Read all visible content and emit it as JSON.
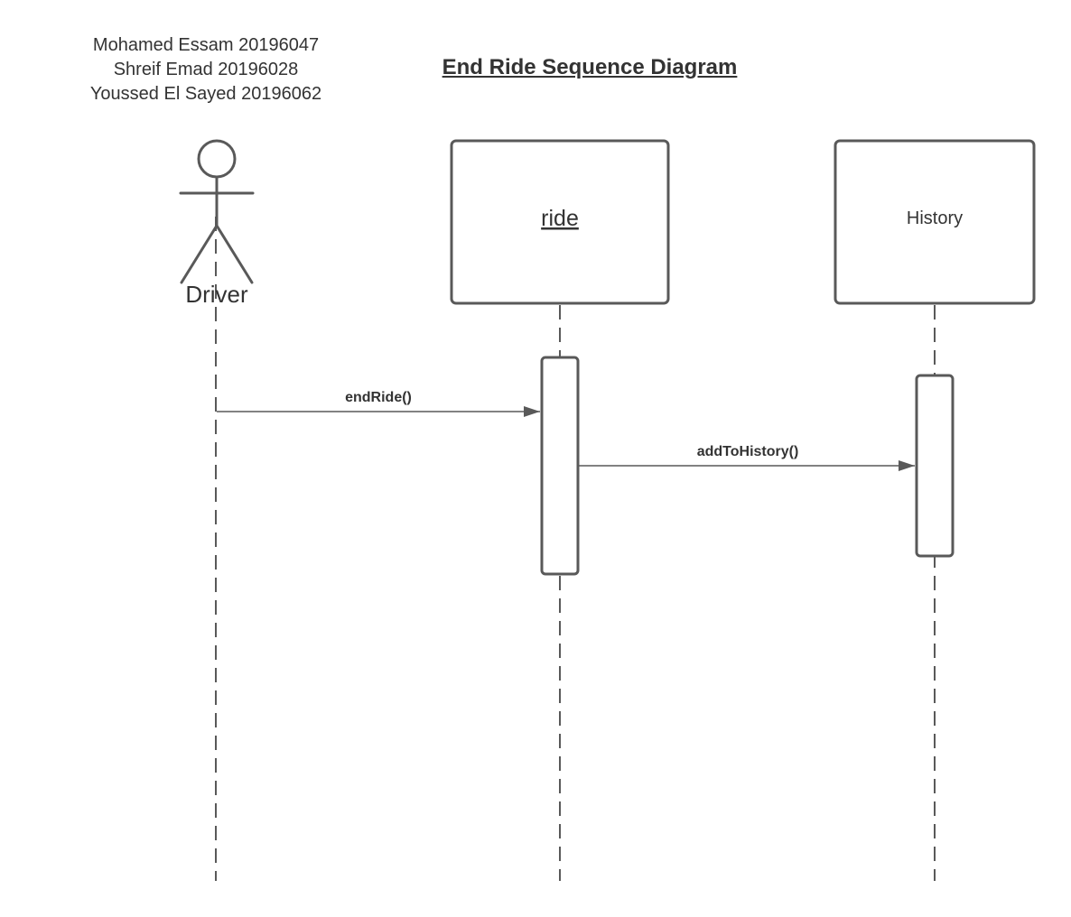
{
  "title": "End Ride Sequence Diagram",
  "authors": [
    "Mohamed Essam 20196047",
    "Shreif Emad 20196028",
    "Youssed El Sayed 20196062"
  ],
  "actor": {
    "label": "Driver",
    "icon": "stick-figure-icon"
  },
  "objects": [
    {
      "label": "ride",
      "underlined": true
    },
    {
      "label": "History",
      "underlined": false
    }
  ],
  "messages": [
    {
      "label": "endRide()",
      "from": "Driver",
      "to": "ride"
    },
    {
      "label": "addToHistory()",
      "from": "ride",
      "to": "History"
    }
  ],
  "colors": {
    "line": "#595959",
    "text": "#333333",
    "background": "#ffffff"
  }
}
